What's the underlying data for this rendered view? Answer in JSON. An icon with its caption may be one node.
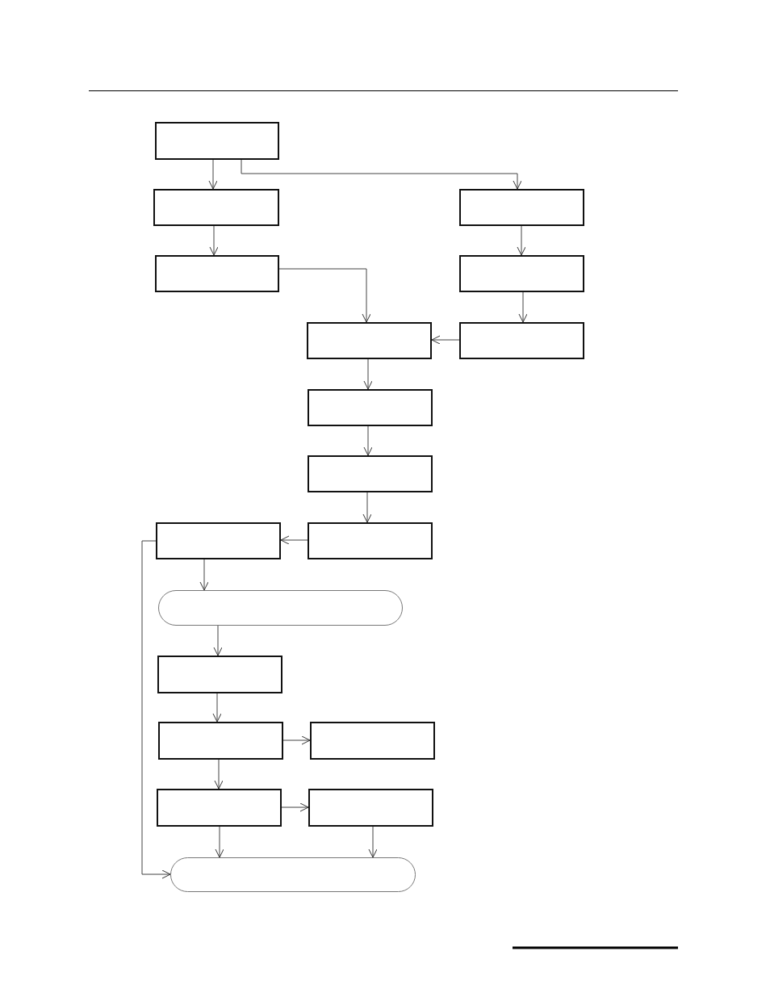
{
  "diagram": {
    "nodes": [
      {
        "text": [],
        "shape": "box"
      },
      {
        "text": [],
        "shape": "box"
      },
      {
        "text": [],
        "shape": "box"
      },
      {
        "text": [],
        "shape": "box"
      },
      {
        "text": [],
        "shape": "box"
      },
      {
        "text": [],
        "shape": "box"
      },
      {
        "text": [],
        "shape": "box"
      },
      {
        "text": [],
        "shape": "box"
      },
      {
        "text": [],
        "shape": "box"
      },
      {
        "text": [],
        "shape": "box"
      },
      {
        "text": [],
        "shape": "box"
      },
      {
        "text": [],
        "shape": "pill"
      },
      {
        "text": [],
        "shape": "box"
      },
      {
        "text": [],
        "shape": "box"
      },
      {
        "text": [],
        "shape": "box"
      },
      {
        "text": [],
        "shape": "box"
      },
      {
        "text": [],
        "shape": "box"
      },
      {
        "text": [],
        "shape": "pill"
      }
    ],
    "edges": [
      {
        "from": 0,
        "to": 1,
        "arrow": "to"
      },
      {
        "from": 0,
        "to": 2,
        "arrow": "to"
      },
      {
        "from": 1,
        "to": 3,
        "arrow": "to"
      },
      {
        "from": 2,
        "to": 4,
        "arrow": "to"
      },
      {
        "from": 3,
        "to": 5,
        "arrow": "to"
      },
      {
        "from": 4,
        "to": 6,
        "arrow": "to"
      },
      {
        "from": 6,
        "to": 5,
        "arrow": "to"
      },
      {
        "from": 5,
        "to": 7,
        "arrow": "to"
      },
      {
        "from": 7,
        "to": 8,
        "arrow": "to"
      },
      {
        "from": 8,
        "to": 10,
        "arrow": "to"
      },
      {
        "from": 10,
        "to": 9,
        "arrow": "to"
      },
      {
        "from": 9,
        "to": 11,
        "arrow": "to"
      },
      {
        "from": 9,
        "to": 17,
        "arrow": "to"
      },
      {
        "from": 11,
        "to": 12,
        "arrow": "to"
      },
      {
        "from": 12,
        "to": 13,
        "arrow": "to"
      },
      {
        "from": 13,
        "to": 14,
        "arrow": "to"
      },
      {
        "from": 13,
        "to": 15,
        "arrow": "to"
      },
      {
        "from": 15,
        "to": 16,
        "arrow": "to"
      },
      {
        "from": 15,
        "to": 17,
        "arrow": "to"
      },
      {
        "from": 16,
        "to": 17,
        "arrow": "to"
      }
    ]
  }
}
